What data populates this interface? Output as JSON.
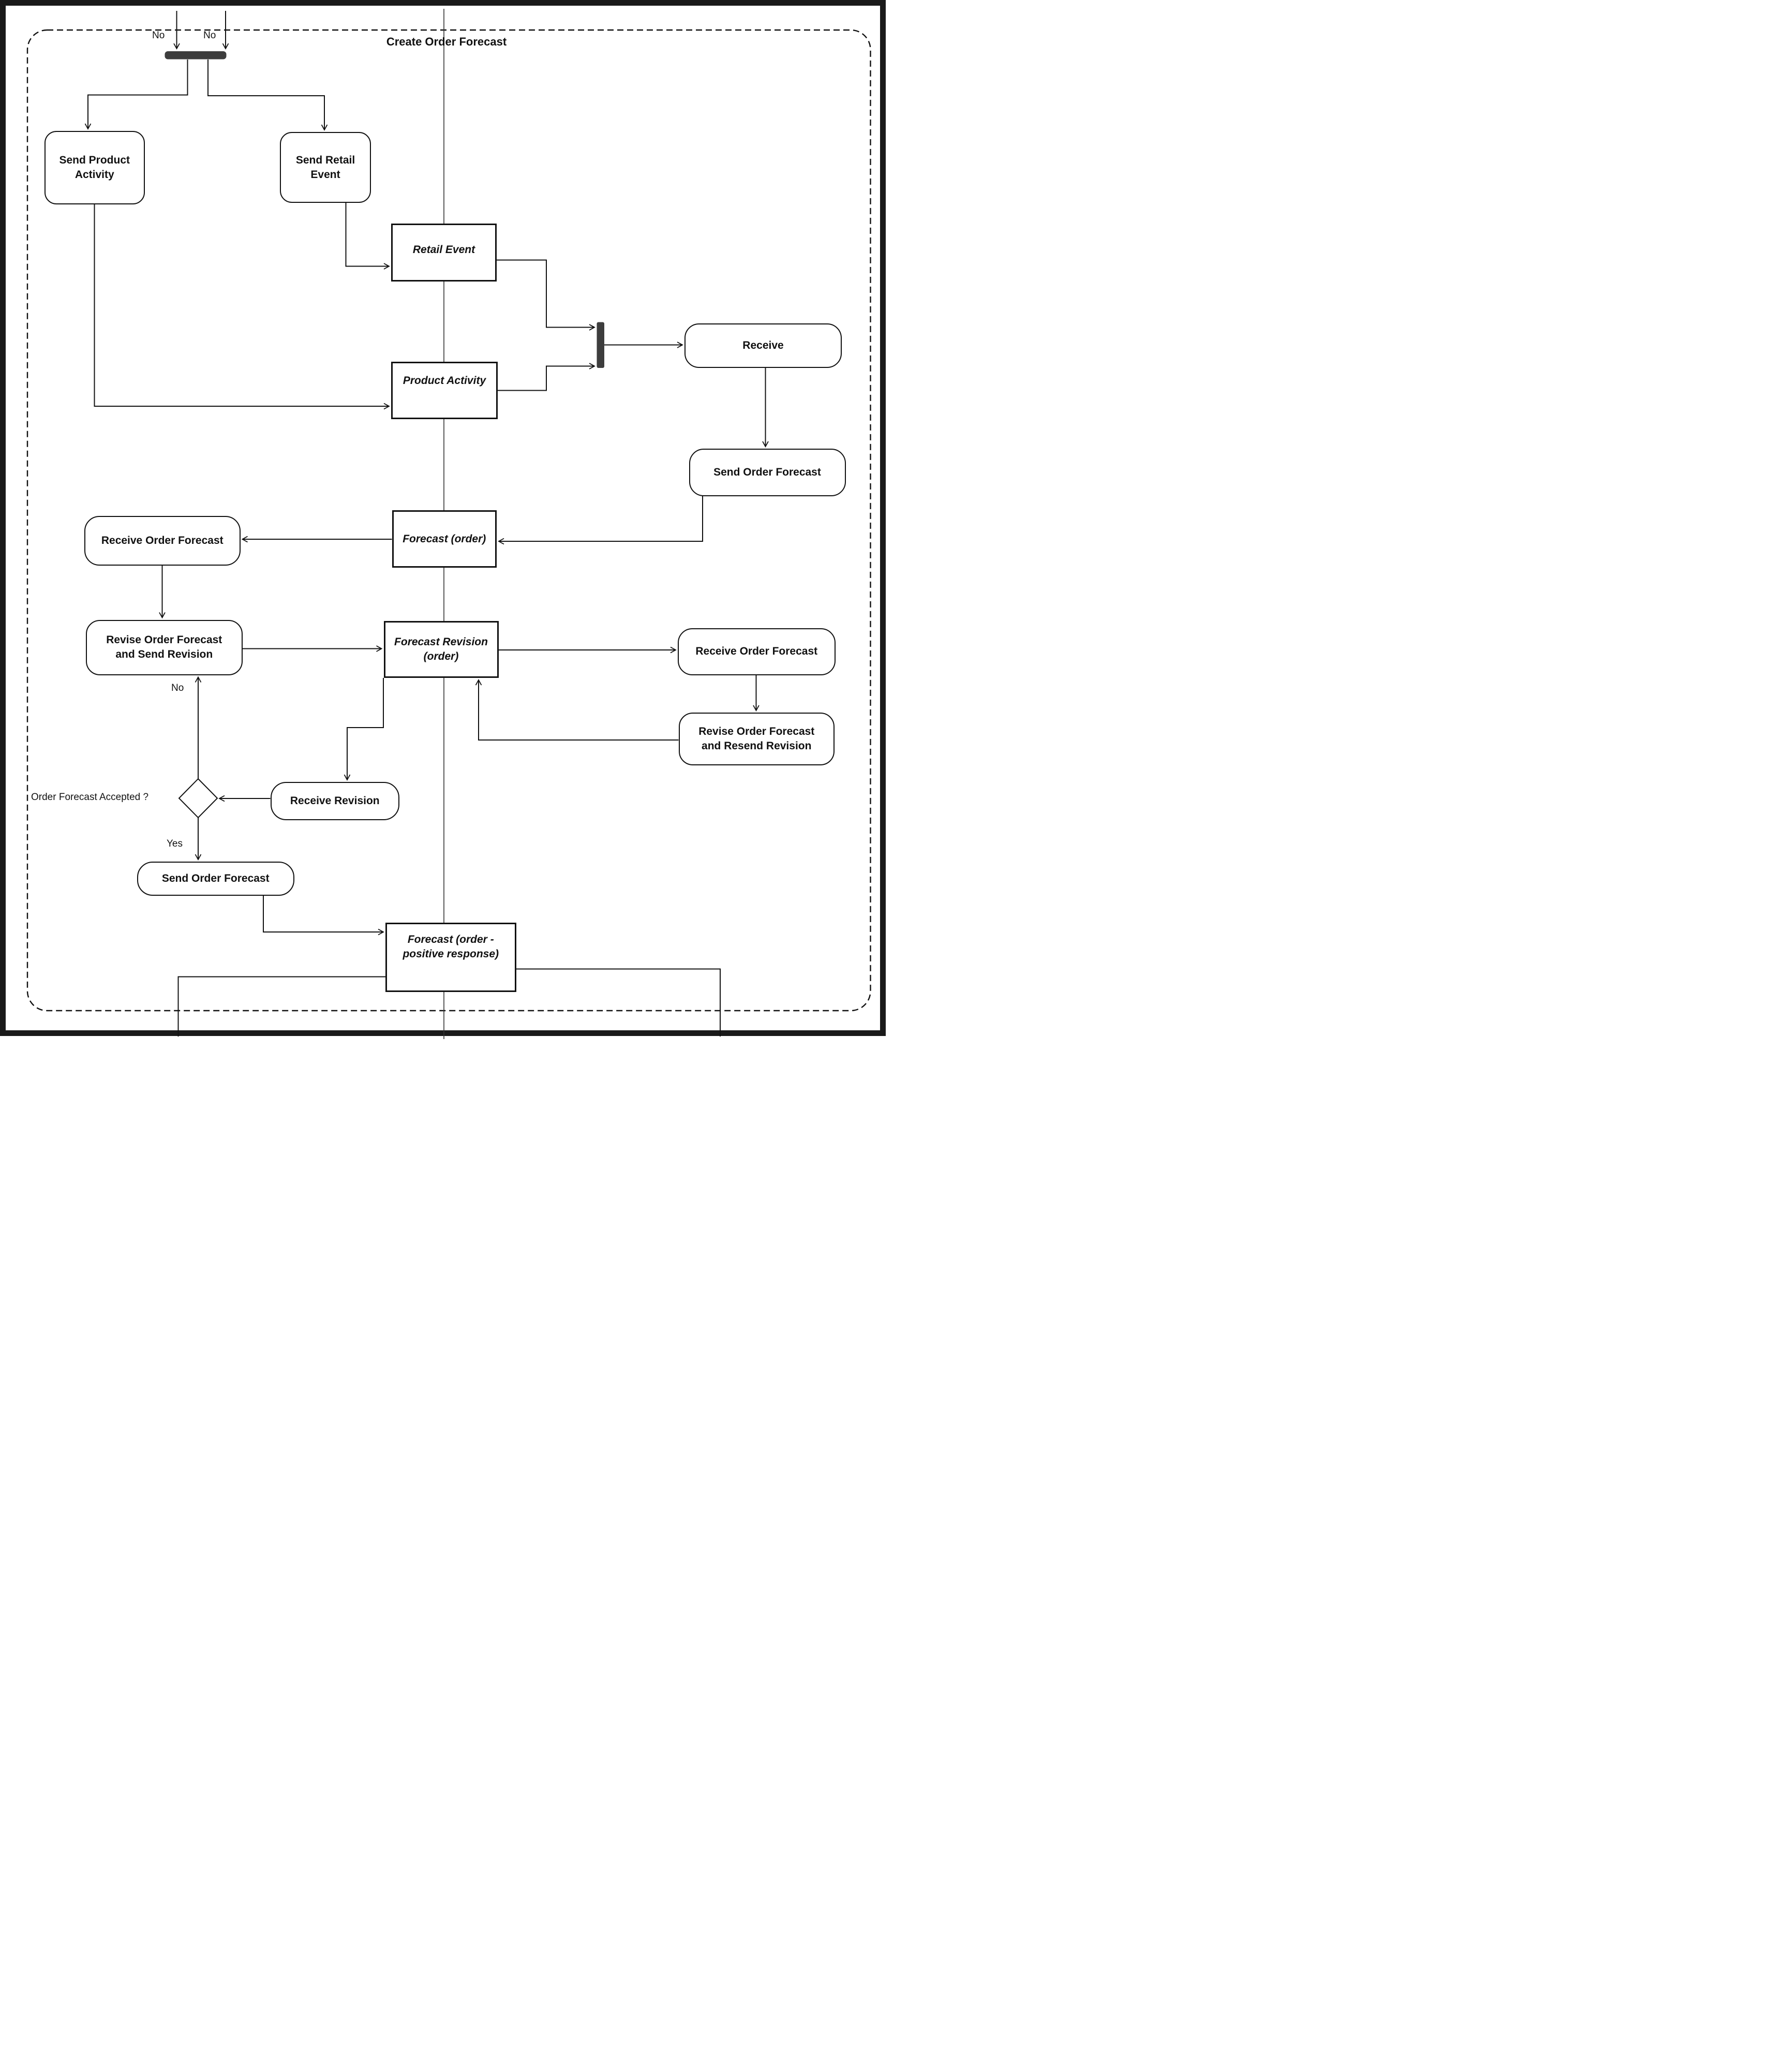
{
  "diagram": {
    "title": "Create Order Forecast",
    "activities": {
      "send_product_activity": "Send Product Activity",
      "send_retail_event": "Send Retail Event",
      "receive": "Receive",
      "send_order_forecast": "Send Order Forecast",
      "receive_order_forecast_left": "Receive Order Forecast",
      "revise_order_forecast_and_send_revision": "Revise Order Forecast and Send Revision",
      "receive_order_forecast_right": "Receive Order Forecast",
      "revise_order_forecast_and_resend_revision": "Revise Order Forecast and Resend Revision",
      "receive_revision": "Receive Revision",
      "send_order_forecast_final": "Send Order Forecast"
    },
    "artifacts": {
      "retail_event": "Retail Event",
      "product_activity": "Product Activity",
      "forecast_order": "Forecast (order)",
      "forecast_revision_order": "Forecast Revision (order)",
      "forecast_order_positive_response": "Forecast (order - positive response)"
    },
    "decision": {
      "question": "Order Forecast Accepted ?",
      "yes_label": "Yes",
      "no_label": "No"
    },
    "edge_labels": {
      "incoming_no_left": "No",
      "incoming_no_right": "No"
    }
  }
}
